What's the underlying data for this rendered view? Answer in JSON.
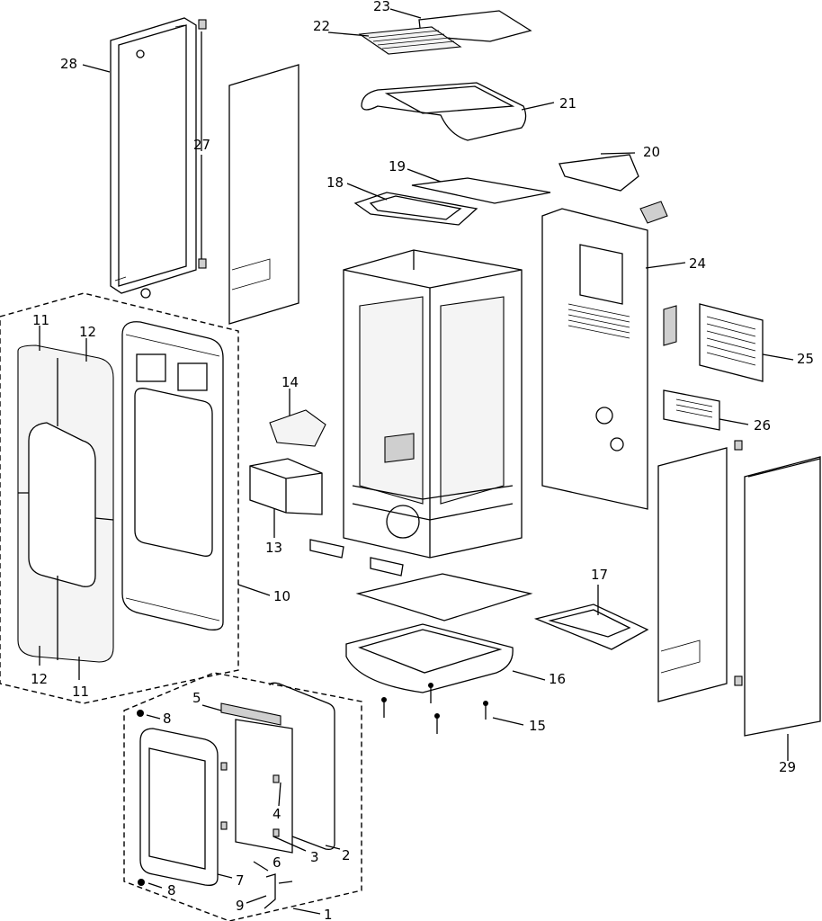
{
  "callouts": {
    "c1": "1",
    "c2": "2",
    "c3": "3",
    "c4": "4",
    "c5": "5",
    "c6": "6",
    "c7": "7",
    "c8a": "8",
    "c8b": "8",
    "c9": "9",
    "c10": "10",
    "c11a": "11",
    "c11b": "11",
    "c12a": "12",
    "c12b": "12",
    "c13": "13",
    "c14": "14",
    "c15": "15",
    "c16": "16",
    "c17": "17",
    "c18": "18",
    "c19": "19",
    "c20": "20",
    "c21": "21",
    "c22": "22",
    "c23": "23",
    "c24": "24",
    "c25": "25",
    "c26": "26",
    "c27": "27",
    "c28": "28",
    "c29": "29"
  }
}
